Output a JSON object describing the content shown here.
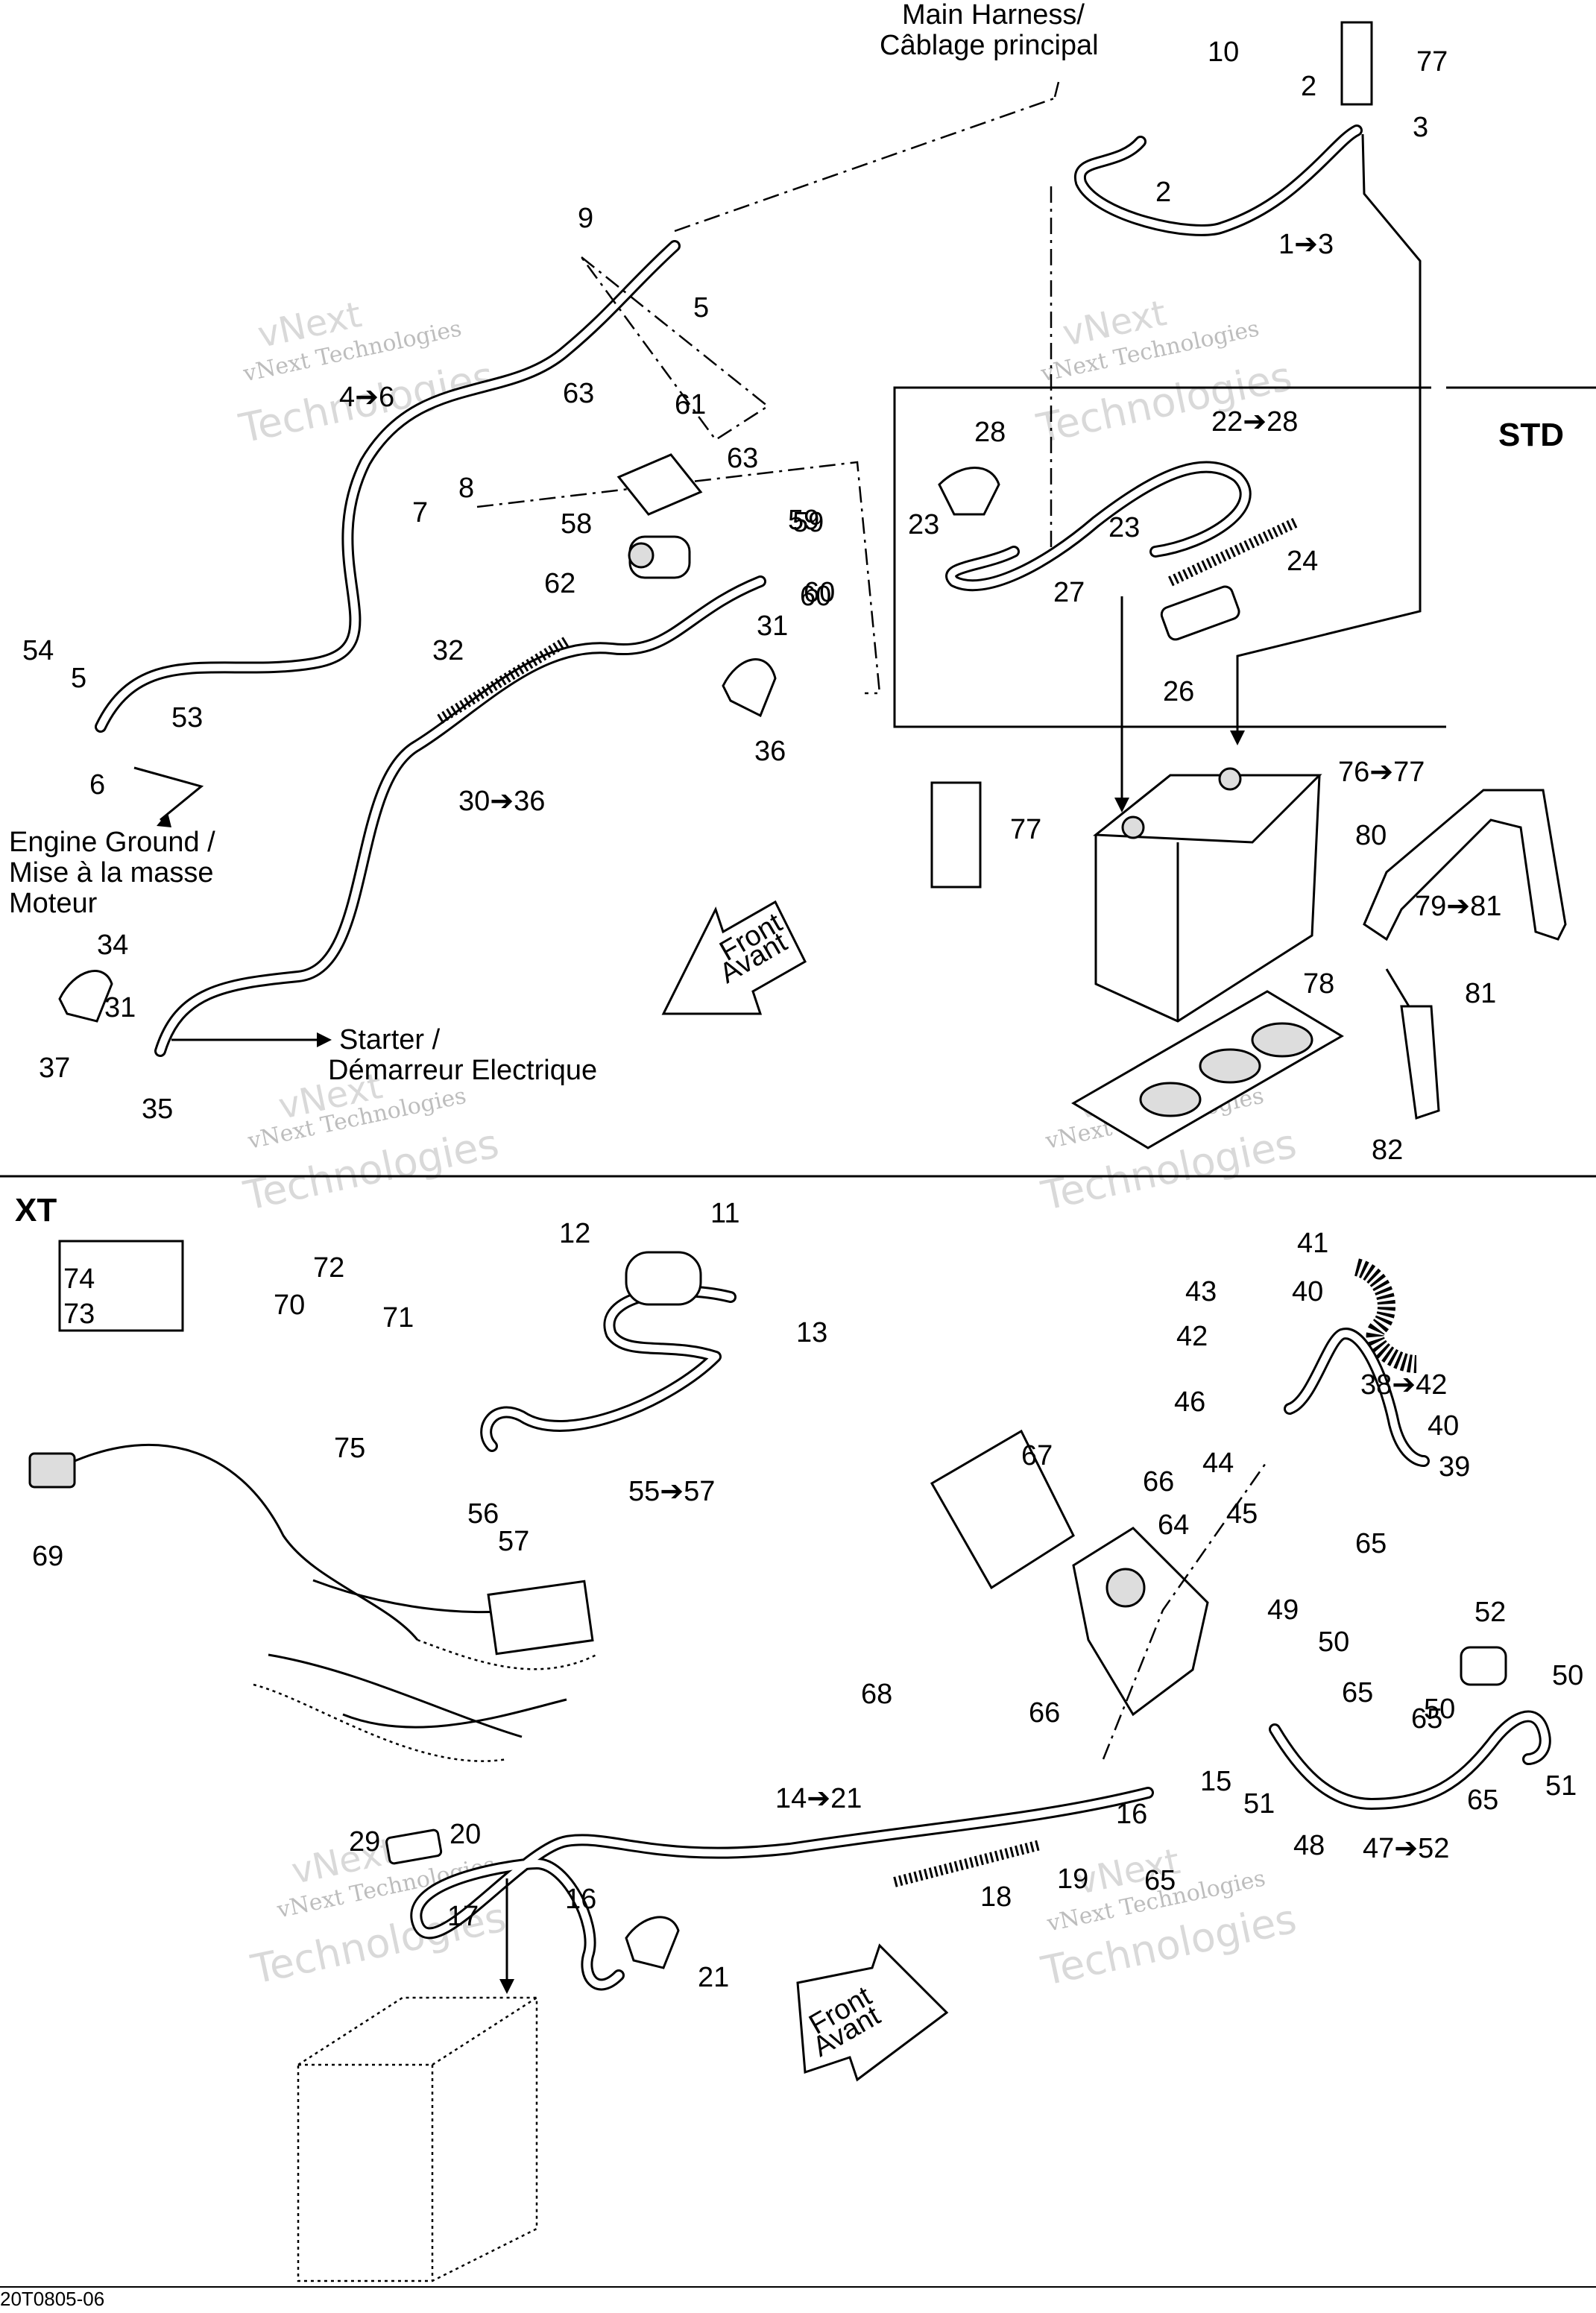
{
  "sections": {
    "std_label": "STD",
    "xt_label": "XT"
  },
  "annotations": {
    "main_harness_en": "Main Harness/",
    "main_harness_fr": "Câblage principal",
    "engine_ground_1": "Engine Ground /",
    "engine_ground_2": "Mise à la masse",
    "engine_ground_3": "Moteur",
    "starter_1": "Starter /",
    "starter_2": "Démarreur Electrique",
    "front_1": "Front",
    "front_2": "Avant"
  },
  "watermark": {
    "line1": "vNext Technologies",
    "line2": "vNext",
    "line3": "Technologies"
  },
  "footer": {
    "code": "20T0805-06"
  },
  "callouts": {
    "top": [
      "10",
      "2",
      "77",
      "3",
      "2",
      "1➔3",
      "9",
      "5",
      "4➔6",
      "63",
      "61",
      "63",
      "8",
      "7",
      "58",
      "62",
      "59",
      "60",
      "31",
      "32",
      "36",
      "54",
      "5",
      "53",
      "6",
      "30➔36",
      "34",
      "31",
      "37",
      "35",
      "60",
      "59",
      "28",
      "22➔28",
      "23",
      "23",
      "24",
      "27",
      "26",
      "STD",
      "76➔77",
      "77",
      "80",
      "79➔81",
      "78",
      "81",
      "82"
    ],
    "bottom": [
      "11",
      "12",
      "13",
      "74",
      "73",
      "72",
      "70",
      "71",
      "75",
      "69",
      "56",
      "55➔57",
      "57",
      "41",
      "43",
      "40",
      "42",
      "38➔42",
      "46",
      "40",
      "44",
      "39",
      "45",
      "65",
      "67",
      "66",
      "64",
      "68",
      "66",
      "49",
      "50",
      "52",
      "65",
      "50",
      "65",
      "50",
      "15",
      "51",
      "51",
      "65",
      "14➔21",
      "16",
      "48",
      "47➔52",
      "18",
      "29",
      "20",
      "17",
      "19",
      "65",
      "16",
      "21"
    ]
  }
}
